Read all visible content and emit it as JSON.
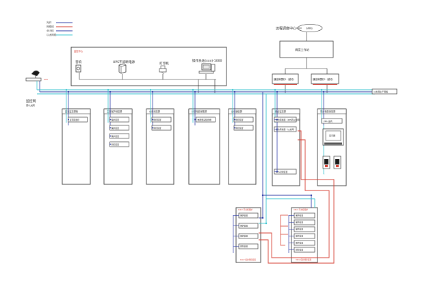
{
  "colors": {
    "black": "#1a1a1a",
    "cyan": "#35c3cf",
    "blue": "#2b3aa6",
    "red": "#d63b2f",
    "green": "#2f9a3a",
    "gray": "#999999"
  },
  "legend": [
    {
      "label": "光纤",
      "color": "#2b3aa6"
    },
    {
      "label": "网络线",
      "color": "#d63b2f"
    },
    {
      "label": "485线",
      "color": "#2b3aa6"
    },
    {
      "label": "以太网线",
      "color": "#35c3cf"
    }
  ],
  "top_right": {
    "network_label": "远程调度中心",
    "ellipse_label": "GPRS",
    "server_label": "调度工作站",
    "switch_left": "通信管理机1（被动）",
    "switch_right": "通信管理机2（被动）"
  },
  "station_panel": {
    "tag": "监控中心",
    "items": [
      {
        "label": "音响",
        "icon": "speaker-icon"
      },
      {
        "label": "UPS不间断电源",
        "icon": "ups-icon"
      },
      {
        "label": "打印机",
        "icon": "printer-icon"
      },
      {
        "label": "操作员站(xxx)-1000",
        "icon": "workstation-icon"
      }
    ]
  },
  "left_side": {
    "antenna_tag": "GPS",
    "bus_label": "监控网",
    "bus_sublabel": "双以太网"
  },
  "bus_right_label": "以太网主干网络",
  "cabinets": [
    {
      "title": "直流监控屏柜",
      "modules": [
        "直流屏监控"
      ]
    },
    {
      "title": "主变保护测控屏",
      "modules": [
        "保护装置",
        "保护装置",
        "保护装置",
        "测控装置"
      ]
    },
    {
      "title": "公用测控屏",
      "modules": [
        "测控装置",
        "测控装置"
      ]
    },
    {
      "title": "计量电能采集屏",
      "modules": [
        "电能量采集终端"
      ]
    },
    {
      "title": "远动通信屏",
      "modules": [
        "测控装置",
        "测控装置"
      ]
    },
    {
      "title": "综合监控屏",
      "modules": [
        "规约转换器（485转以太网）",
        "规约转换器（以太网）",
        "GPS对时装置"
      ]
    },
    {
      "title": "同步相量测量屏",
      "modules": [
        "PMU主机"
      ],
      "screen_label": "显示器"
    }
  ],
  "bottom_cabinets": [
    {
      "title": "10kV 开关柜保护",
      "modules": [
        "保护装置",
        "保护装置",
        "保护装置",
        "测控装置"
      ],
      "footer": "10kV 保护测控装置"
    },
    {
      "title": "35kV 开关柜保护",
      "modules": [
        "保护装置",
        "保护装置",
        "保护装置",
        "保护装置",
        "保护装置",
        "测控装置"
      ],
      "footer": "35kV 保护测控装置"
    }
  ]
}
